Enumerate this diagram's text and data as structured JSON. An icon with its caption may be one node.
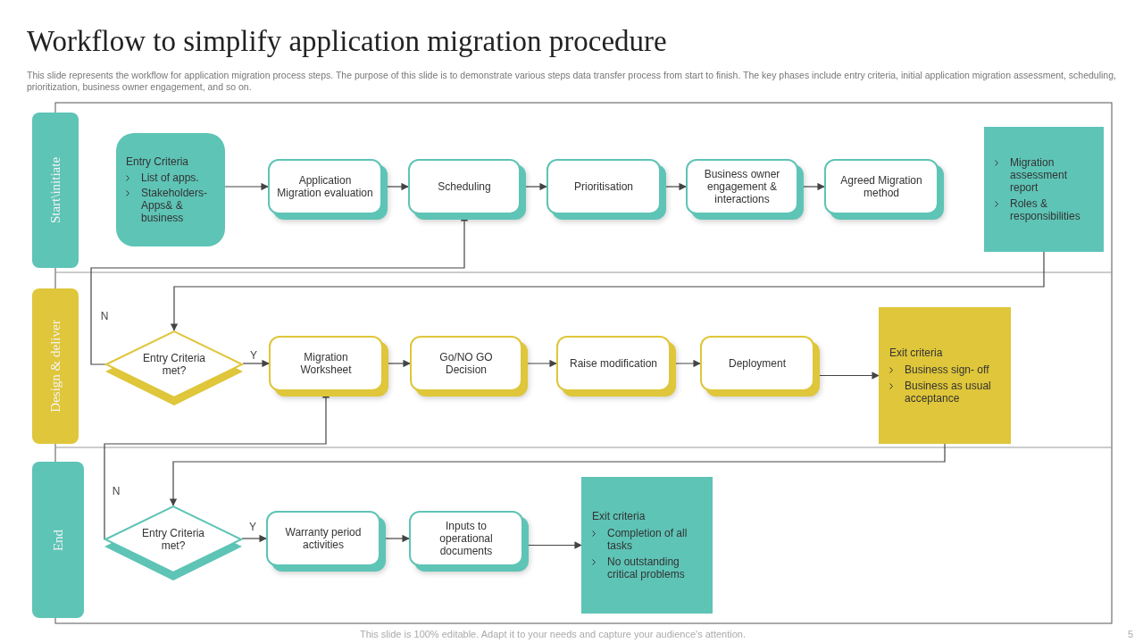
{
  "diagram": {
    "title": "Workflow to simplify application migration procedure",
    "nodes": [
      {
        "text": [
          "Start\\initiate"
        ]
      },
      {
        "text": [
          "Entry Criteria",
          "List of apps.",
          "Stakeholders- Apps& & business"
        ]
      },
      {
        "text": [
          "Application Migration evaluation"
        ]
      },
      {
        "text": [
          "Scheduling"
        ]
      },
      {
        "text": [
          "Prioritisation"
        ]
      },
      {
        "text": [
          "Business owner engagement & interactions"
        ]
      },
      {
        "text": [
          "Agreed Migration method"
        ]
      },
      {
        "text": [
          "Migration assessment report",
          "Roles & responsibilities"
        ]
      },
      {
        "text": [
          "Design & deliver"
        ]
      },
      {
        "text": [
          "Entry Criteria met?"
        ]
      },
      {
        "text": [
          "Migration Worksheet"
        ]
      },
      {
        "text": [
          "Go/NO GO Decision"
        ]
      },
      {
        "text": [
          "Raise modification"
        ]
      },
      {
        "text": [
          "Deployment"
        ]
      },
      {
        "text": [
          "Exit criteria",
          "Business sign- off",
          "Business as usual acceptance"
        ]
      },
      {
        "text": [
          "End"
        ]
      },
      {
        "text": [
          "Entry Criteria met?"
        ]
      },
      {
        "text": [
          "Warranty period activities"
        ]
      },
      {
        "text": [
          "Inputs to operational documents"
        ]
      },
      {
        "text": [
          "Exit criteria",
          "Completion of all tasks",
          "No outstanding critical problems"
        ]
      }
    ],
    "edges": [
      {
        "from": 1,
        "to": 2,
        "arrow": "to"
      },
      {
        "from": 2,
        "to": 3,
        "arrow": "to"
      },
      {
        "from": 3,
        "to": 4,
        "arrow": "to"
      },
      {
        "from": 4,
        "to": 5,
        "arrow": "to"
      },
      {
        "from": 5,
        "to": 6,
        "arrow": "to"
      },
      {
        "from": 7,
        "to": 9,
        "arrow": "to"
      },
      {
        "from": 9,
        "to": 3,
        "arrow": "to",
        "label": "N"
      },
      {
        "from": 9,
        "to": 10,
        "arrow": "to",
        "label": "Y"
      },
      {
        "from": 10,
        "to": 11,
        "arrow": "to"
      },
      {
        "from": 11,
        "to": 12,
        "arrow": "to"
      },
      {
        "from": 12,
        "to": 13,
        "arrow": "to"
      },
      {
        "from": 13,
        "to": 14,
        "arrow": "to"
      },
      {
        "from": 14,
        "to": 16,
        "arrow": "to"
      },
      {
        "from": 16,
        "to": 10,
        "arrow": "to",
        "label": "N"
      },
      {
        "from": 16,
        "to": 17,
        "arrow": "to",
        "label": "Y"
      },
      {
        "from": 17,
        "to": 18,
        "arrow": "to"
      },
      {
        "from": 18,
        "to": 19,
        "arrow": "to"
      }
    ],
    "labels": [
      "This slide represents the workflow for application migration process steps. The purpose of this slide is to demonstrate various steps data transfer process from start to finish. The key phases include entry criteria, initial application migration assessment, scheduling, prioritization, business owner engagement, and so on.",
      "This slide is 100% editable. Adapt it to your needs and capture your audience's attention.",
      "5"
    ]
  }
}
